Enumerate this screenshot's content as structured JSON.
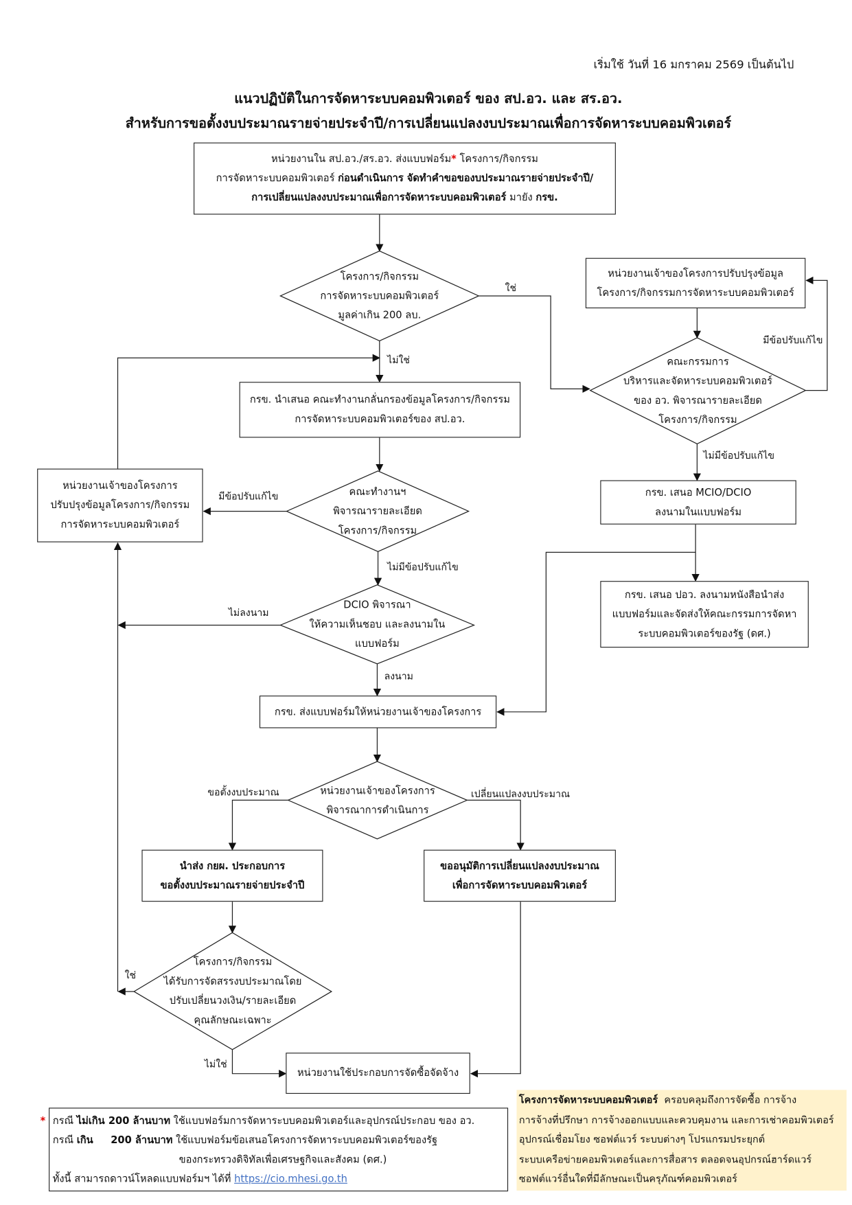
{
  "header": {
    "effective_date": "เริ่มใช้ วันที่  16 มกราคม 2569 เป็นต้นไป",
    "title_line1": "แนวปฏิบัติในการจัดหาระบบคอมพิวเตอร์ ของ สป.อว. และ สร.อว.",
    "title_line2": "สำหรับการขอตั้งงบประมาณรายจ่ายประจำปี/การเปลี่ยนแปลงงบประมาณเพื่อการจัดหาระบบคอมพิวเตอร์"
  },
  "nodes": {
    "start": {
      "l1a": "หน่วยงานใน สป.อว./สร.อว. ส่งแบบฟอร์ม",
      "asterisk": "*",
      "l1b": " โครงการ/กิจกรรม",
      "l2a": "การจัดหาระบบคอมพิวเตอร์ ",
      "l2b": "ก่อนดำเนินการ จัดทำคำขอของบประมาณรายจ่ายประจำปี/",
      "l3a": "การเปลี่ยนแปลงงบประมาณเพื่อการจัดหาระบบคอมพิวเตอร์",
      "l3b": " มายัง ",
      "l3c": "กรข."
    },
    "decision_value": [
      "โครงการ/กิจกรรม",
      "การจัดหาระบบคอมพิวเตอร์",
      "มูลค่าเกิน 200 ลบ."
    ],
    "screening_box": [
      "กรข. นำเสนอ คณะทำงานกลั่นกรองข้อมูลโครงการ/กิจกรรม",
      "การจัดหาระบบคอมพิวเตอร์ของ สป.อว."
    ],
    "owner_revise_right": [
      "หน่วยงานเจ้าของโครงการปรับปรุงข้อมูล",
      "โครงการ/กิจกรรมการจัดหาระบบคอมพิวเตอร์"
    ],
    "committee_decision": [
      "คณะกรรมการ",
      "บริหารและจัดหาระบบคอมพิวเตอร์",
      "ของ อว. พิจารณารายละเอียด",
      "โครงการ/กิจกรรม"
    ],
    "mcio_box": [
      "กรข. เสนอ MCIO/DCIO",
      "ลงนามในแบบฟอร์ม"
    ],
    "pao_box": [
      "กรข. เสนอ ปอว. ลงนามหนังสือนำส่ง",
      "แบบฟอร์มและจัดส่งให้คณะกรรมการจัดหา",
      "ระบบคอมพิวเตอร์ของรัฐ (ดศ.)"
    ],
    "working_group_decision": [
      "คณะทำงานฯ",
      "พิจารณารายละเอียด",
      "โครงการ/กิจกรรม"
    ],
    "owner_revise_left": [
      "หน่วยงานเจ้าของโครงการ",
      "ปรับปรุงข้อมูลโครงการ/กิจกรรม",
      "การจัดหาระบบคอมพิวเตอร์"
    ],
    "dcio_decision": [
      "DCIO พิจารณา",
      "ให้ความเห็นชอบ และลงนามใน",
      "แบบฟอร์ม"
    ],
    "send_form_box": [
      "กรข. ส่งแบบฟอร์มให้หน่วยงานเจ้าของโครงการ"
    ],
    "owner_decision": [
      "หน่วยงานเจ้าของโครงการ",
      "พิจารณาการดำเนินการ"
    ],
    "budget_request_box": [
      "นำส่ง กยผ. ประกอบการ",
      "ขอตั้งงบประมาณรายจ่ายประจำปี"
    ],
    "budget_change_box": [
      "ขออนุมัติการเปลี่ยนแปลงงบประมาณ",
      "เพื่อการจัดหาระบบคอมพิวเตอร์"
    ],
    "allocation_decision": [
      "โครงการ/กิจกรรม",
      "ได้รับการจัดสรรงบประมาณโดย",
      "ปรับเปลี่ยนวงเงิน/รายละเอียด",
      "คุณลักษณะเฉพาะ"
    ],
    "procurement_box": [
      "หน่วยงานใช้ประกอบการจัดซื้อจัดจ้าง"
    ]
  },
  "edge_labels": {
    "yes_value": "ใช่",
    "no_value": "ไม่ใช่",
    "committee_revise": "มีข้อปรับแก้ไข",
    "committee_no_revise": "ไม่มีข้อปรับแก้ไข",
    "wg_revise": "มีข้อปรับแก้ไข",
    "wg_no_revise": "ไม่มีข้อปรับแก้ไข",
    "dcio_not_sign": "ไม่ลงนาม",
    "dcio_sign": "ลงนาม",
    "request_budget": "ขอตั้งงบประมาณ",
    "change_budget": "เปลี่ยนแปลงงบประมาณ",
    "alloc_yes": "ใช่",
    "alloc_no": "ไม่ใช่"
  },
  "footnote": {
    "asterisk": "*",
    "l1a": "กรณี ",
    "l1b": "ไม่เกิน 200 ล้านบาท",
    "l1c": " ใช้แบบฟอร์มการจัดหาระบบคอมพิวเตอร์และอุปกรณ์ประกอบ ของ อว.",
    "l2a": "กรณี ",
    "l2b": "เกิน     200 ล้านบาท",
    "l2c": " ใช้แบบฟอร์มข้อเสนอโครงการจัดหาระบบคอมพิวเตอร์ของรัฐ",
    "l3": "ของกระทรวงดิจิทัลเพื่อเศรษฐกิจและสังคม (ดศ.)",
    "l4": "ทั้งนี้ สามารถดาวน์โหลดแบบฟอร์มฯ ได้ที่ ",
    "link": "https://cio.mhesi.go.th"
  },
  "definition": {
    "term": "โครงการจัดหาระบบคอมพิวเตอร์",
    "l1": "  ครอบคลุมถึงการจัดซื้อ การจ้าง",
    "l2": "การจ้างที่ปรึกษา การจ้างออกแบบและควบคุมงาน และการเช่าคอมพิวเตอร์",
    "l3": "อุปกรณ์เชื่อมโยง ซอฟต์แวร์ ระบบต่างๆ โปรแกรมประยุกต์",
    "l4": "ระบบเครือข่ายคอมพิวเตอร์และการสื่อสาร ตลอดจนอุปกรณ์ฮาร์ดแวร์",
    "l5": "ซอฟต์แวร์อื่นใดที่มีลักษณะเป็นครุภัณฑ์คอมพิวเตอร์"
  },
  "colors": {
    "asterisk": "#e00000",
    "definition_bg": "#fff2cc",
    "link": "#4472c4",
    "line": "#222222"
  }
}
